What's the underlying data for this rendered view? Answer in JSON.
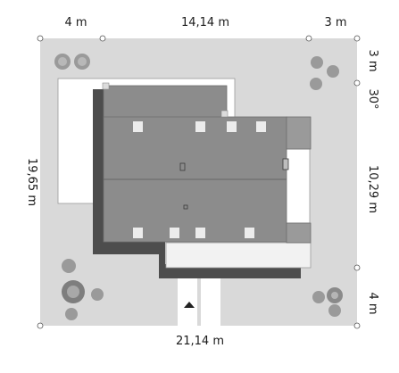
{
  "dimensions": {
    "top_left": "4 m",
    "top_center": "14,14 m",
    "top_right": "3 m",
    "bottom": "21,14 m",
    "left": "19,65 m",
    "right_top": "3 m",
    "right_angle": "30°",
    "right_middle": "10,29 m",
    "right_bottom": "4 m"
  },
  "colors": {
    "plot": "#d9d9d9",
    "roof": "#8c8c8c",
    "roof_ridge": "#7a7a7a",
    "shadow": "#4d4d4d",
    "terrace": "#ffffff",
    "road": "#ffffff",
    "tree_dark": "#8a8a8a",
    "tree_light": "#b5b5b5"
  },
  "icons": {
    "entrance": "entrance-arrow-icon",
    "tree": "tree-icon"
  }
}
